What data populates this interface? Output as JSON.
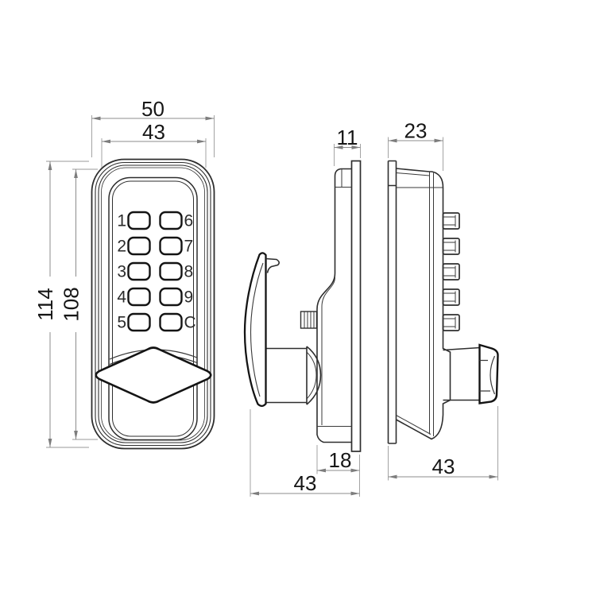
{
  "drawing": {
    "kind": "technical-drawing-three-views-keypad-lock",
    "background": "#ffffff",
    "object_line_color": "#2e2e2e",
    "bold_line_color": "#141414",
    "dimension_line_color": "#8c8c8c",
    "text_color": "#161616"
  },
  "keypad": {
    "rows": [
      {
        "left": "1",
        "right": "6"
      },
      {
        "left": "2",
        "right": "7"
      },
      {
        "left": "3",
        "right": "8"
      },
      {
        "left": "4",
        "right": "9"
      },
      {
        "left": "5",
        "right": "C"
      }
    ]
  },
  "dimensions": {
    "front": {
      "outer_width": "50",
      "inner_width": "43",
      "outer_height": "114",
      "inner_height": "108"
    },
    "side": {
      "top_depth": "11",
      "body_depth": "18",
      "total_depth": "43"
    },
    "right_side": {
      "top_depth": "23",
      "total_depth": "43"
    }
  }
}
